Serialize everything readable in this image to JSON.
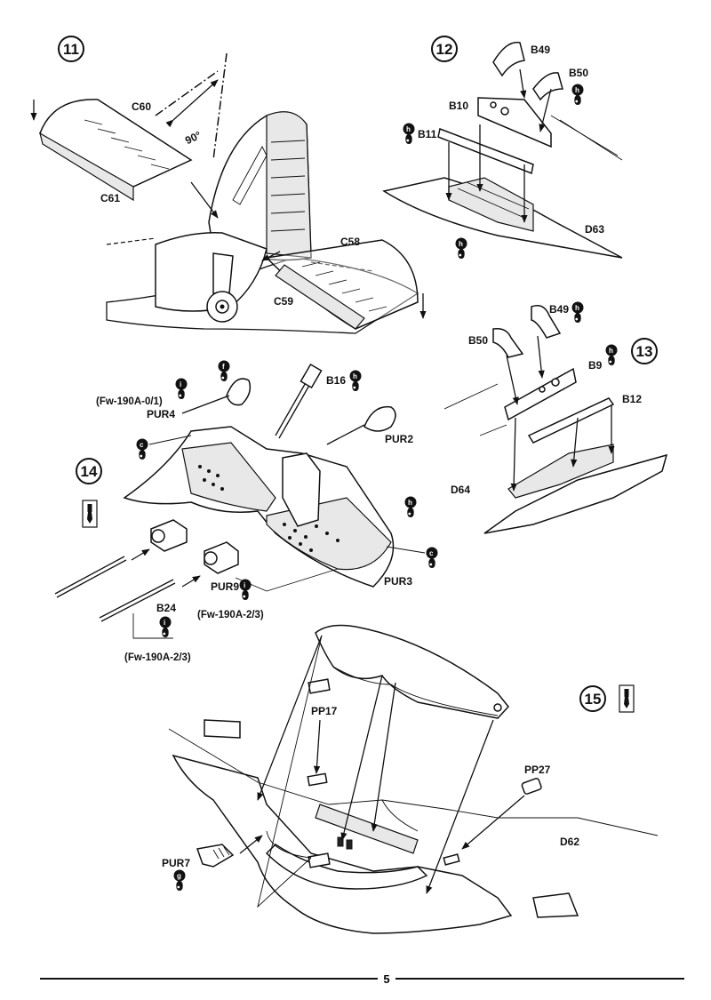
{
  "page_number": "5",
  "steps": [
    {
      "number": "11",
      "parts": [
        "C60",
        "C61",
        "C58",
        "C59"
      ],
      "angle": "90°"
    },
    {
      "number": "12",
      "parts": [
        "B49",
        "B50",
        "B10",
        "B11",
        "D63"
      ],
      "glue": [
        "h",
        "h",
        "h"
      ]
    },
    {
      "number": "13",
      "parts": [
        "B49",
        "B50",
        "B9",
        "B12",
        "D64"
      ],
      "glue": [
        "h",
        "h"
      ]
    },
    {
      "number": "14",
      "parts": [
        "B16",
        "PUR2",
        "PUR3",
        "PUR4",
        "PUR9",
        "B24"
      ],
      "notes": [
        "(Fw-190A-0/1)",
        "(Fw-190A-2/3)",
        "(Fw-190A-2/3)"
      ],
      "glue": [
        "f",
        "i",
        "c",
        "h",
        "h",
        "c",
        "i",
        "i"
      ]
    },
    {
      "number": "15",
      "parts": [
        "PP17",
        "PP27",
        "D62",
        "PUR7"
      ],
      "glue": [
        "g"
      ]
    }
  ],
  "icons": {
    "glue_drop": "glue-drop-icon",
    "paint_brush": "paintbrush-icon"
  }
}
